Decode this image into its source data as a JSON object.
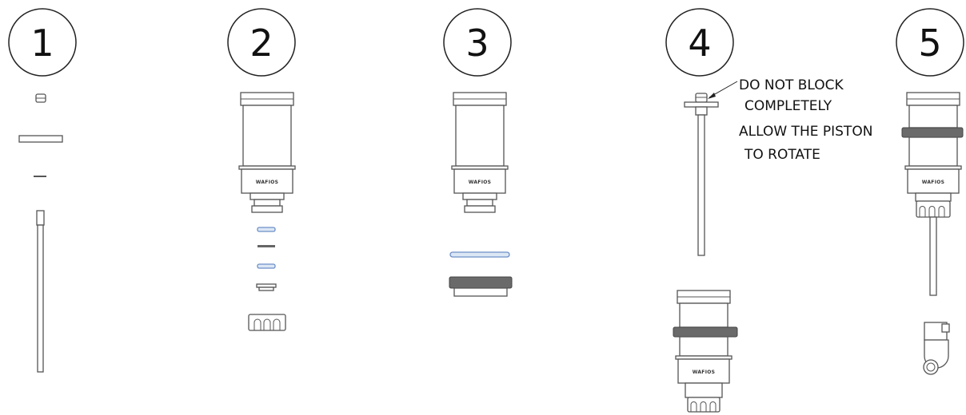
{
  "steps": [
    {
      "number": "1"
    },
    {
      "number": "2"
    },
    {
      "number": "3"
    },
    {
      "number": "4"
    },
    {
      "number": "5"
    }
  ],
  "note": {
    "lines": [
      "DO NOT BLOCK",
      "COMPLETELY",
      "ALLOW THE PISTON",
      "TO ROTATE"
    ]
  },
  "part_marking": "WAFIOS",
  "colors": {
    "outline": "#555555",
    "seal_blue": "#6b8fc7",
    "dark_ring": "#6a6a6a"
  }
}
